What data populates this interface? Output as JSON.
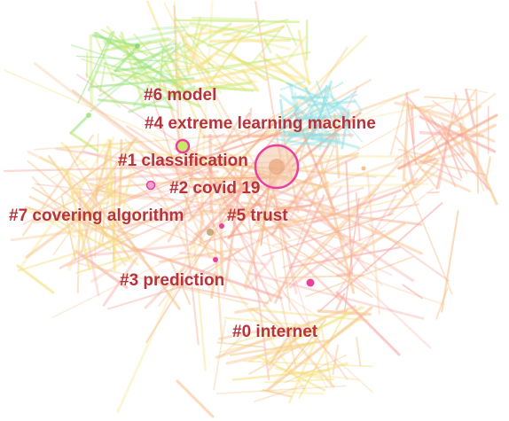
{
  "network": {
    "colors": {
      "label": "#b5343e",
      "node_ring": "#e8409c",
      "edge_palette": [
        "#9be37e",
        "#c6e86a",
        "#f4e07a",
        "#f7c28a",
        "#f59c7c",
        "#f7a9a0",
        "#8fe0e4"
      ]
    }
  },
  "clusters": [
    {
      "id": "c6",
      "label": "#6 model"
    },
    {
      "id": "c4",
      "label": "#4 extreme learning machine"
    },
    {
      "id": "c1",
      "label": "#1 classification"
    },
    {
      "id": "c2",
      "label": "#2 covid 19"
    },
    {
      "id": "c7",
      "label": "#7 covering algorithm"
    },
    {
      "id": "c5",
      "label": "#5 trust"
    },
    {
      "id": "c3",
      "label": "#3 prediction"
    },
    {
      "id": "c0",
      "label": "#0 internet"
    }
  ]
}
